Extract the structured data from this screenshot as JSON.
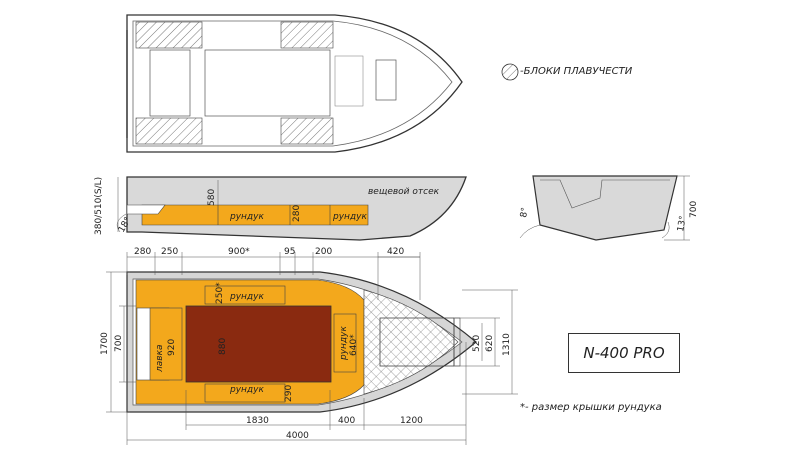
{
  "legend": {
    "flotation_label": "-БЛОКИ ПЛАВУЧЕСТИ"
  },
  "model": "N-400 PRO",
  "note": "*-    размер крышки рундука",
  "side_view": {
    "height_label": "380/510(S/L)",
    "angle": "18°",
    "h580": "580",
    "h280": "280",
    "locker1": "рундук",
    "locker2": "рундук",
    "storage": "вещевой отсек"
  },
  "section_view": {
    "angle_left": "8°",
    "angle_right": "13°",
    "height": "700"
  },
  "plan_view": {
    "top_dims": [
      "280",
      "250",
      "900*",
      "95",
      "200",
      "420"
    ],
    "left_1700": "1700",
    "left_700": "700",
    "bench": "лавка",
    "bench_920": "920",
    "center_880": "880",
    "locker_top": "рундук",
    "locker_top_250": "250*",
    "locker_bottom": "рундук",
    "locker_bottom_290": "290",
    "locker_right": "рундук",
    "locker_right_640": "640*",
    "right_520": "520",
    "right_620": "620",
    "right_1310": "1310",
    "bottom_1830": "1830",
    "bottom_400": "400",
    "bottom_1200": "1200",
    "bottom_4000": "4000"
  },
  "colors": {
    "locker_fill": "#f3a81c",
    "center_fill": "#8a2a10",
    "hull_gray": "#d6d6d6",
    "hull_edge": "#666666"
  }
}
